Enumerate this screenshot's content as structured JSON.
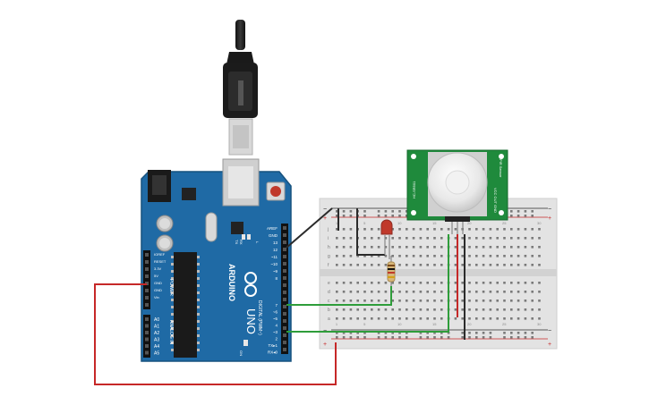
{
  "arduino": {
    "brand": "ARDUINO",
    "model": "UNO",
    "label_digital": "DIGITAL (PWM~)",
    "label_power": "POWER",
    "label_analog": "ANALOG IN",
    "label_tx": "TX",
    "label_rx": "RX",
    "label_l": "L",
    "label_on": "ON",
    "power_pins": [
      "IOREF",
      "RESET",
      "3.3V",
      "5V",
      "GND",
      "GND",
      "Vin"
    ],
    "analog_pins": [
      "A0",
      "A1",
      "A2",
      "A3",
      "A4",
      "A5"
    ],
    "digital_top": [
      "AREF",
      "GND",
      "13",
      "12",
      "~11",
      "~10",
      "~9",
      "8"
    ],
    "digital_bottom": [
      "7",
      "~6",
      "~5",
      "4",
      "~3",
      "2",
      "TX▸1",
      "RX◂0"
    ]
  },
  "breadboard": {
    "rows_top": [
      "j",
      "i",
      "h",
      "g",
      "f"
    ],
    "rows_bottom": [
      "e",
      "d",
      "c",
      "b",
      "a"
    ],
    "columns": [
      "1",
      "5",
      "10",
      "15",
      "20",
      "25",
      "30"
    ],
    "rail_plus": "+",
    "rail_minus": "−"
  },
  "pir_sensor": {
    "label_left": "HC-SR501",
    "label_right_1": "PIR Sensor",
    "label_right_2": "VCC OUT GND"
  },
  "colors": {
    "arduino_blue": "#1f6aa5",
    "pir_green": "#1f8a3c",
    "wire_red": "#c62828",
    "wire_green": "#2e9d3a",
    "wire_black": "#222222",
    "led_red": "#c0392b"
  }
}
